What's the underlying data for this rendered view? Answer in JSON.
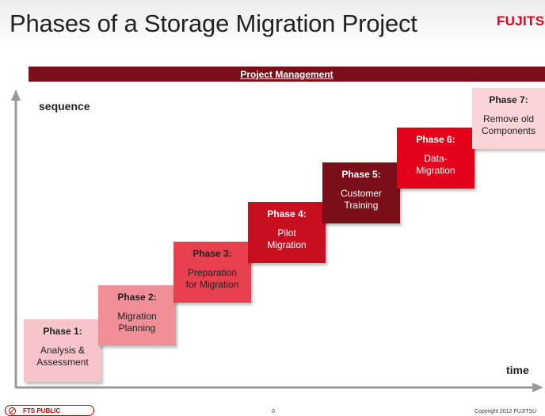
{
  "title": "Phases of a Storage Migration Project",
  "logo": "FUJITSU",
  "project_management": "Project Management",
  "axis": {
    "y_label": "sequence",
    "x_label": "time"
  },
  "phases": [
    {
      "title": "Phase 1:",
      "desc": "Analysis &\nAssessment",
      "bg": "#f7c4c9",
      "fg": "#222222"
    },
    {
      "title": "Phase 2:",
      "desc": "Migration\nPlanning",
      "bg": "#f08f98",
      "fg": "#222222"
    },
    {
      "title": "Phase 3:",
      "desc": "Preparation\nfor Migration",
      "bg": "#e8404f",
      "fg": "#222222"
    },
    {
      "title": "Phase 4:",
      "desc": "Pilot\nMigration",
      "bg": "#c80f1f",
      "fg": "#ffffff"
    },
    {
      "title": "Phase 5:",
      "desc": "Customer\nTraining",
      "bg": "#7a0f1a",
      "fg": "#ffffff"
    },
    {
      "title": "Phase 6:",
      "desc": "Data-\nMigration",
      "bg": "#e2001a",
      "fg": "#ffffff"
    },
    {
      "title": "Phase 7:",
      "desc": "Remove old\nComponents",
      "bg": "#fbd4d8",
      "fg": "#222222"
    }
  ],
  "footer": {
    "classification": "FTS PUBLIC",
    "page": "0",
    "copyright": "Copyright 2012 FUJITSU"
  }
}
